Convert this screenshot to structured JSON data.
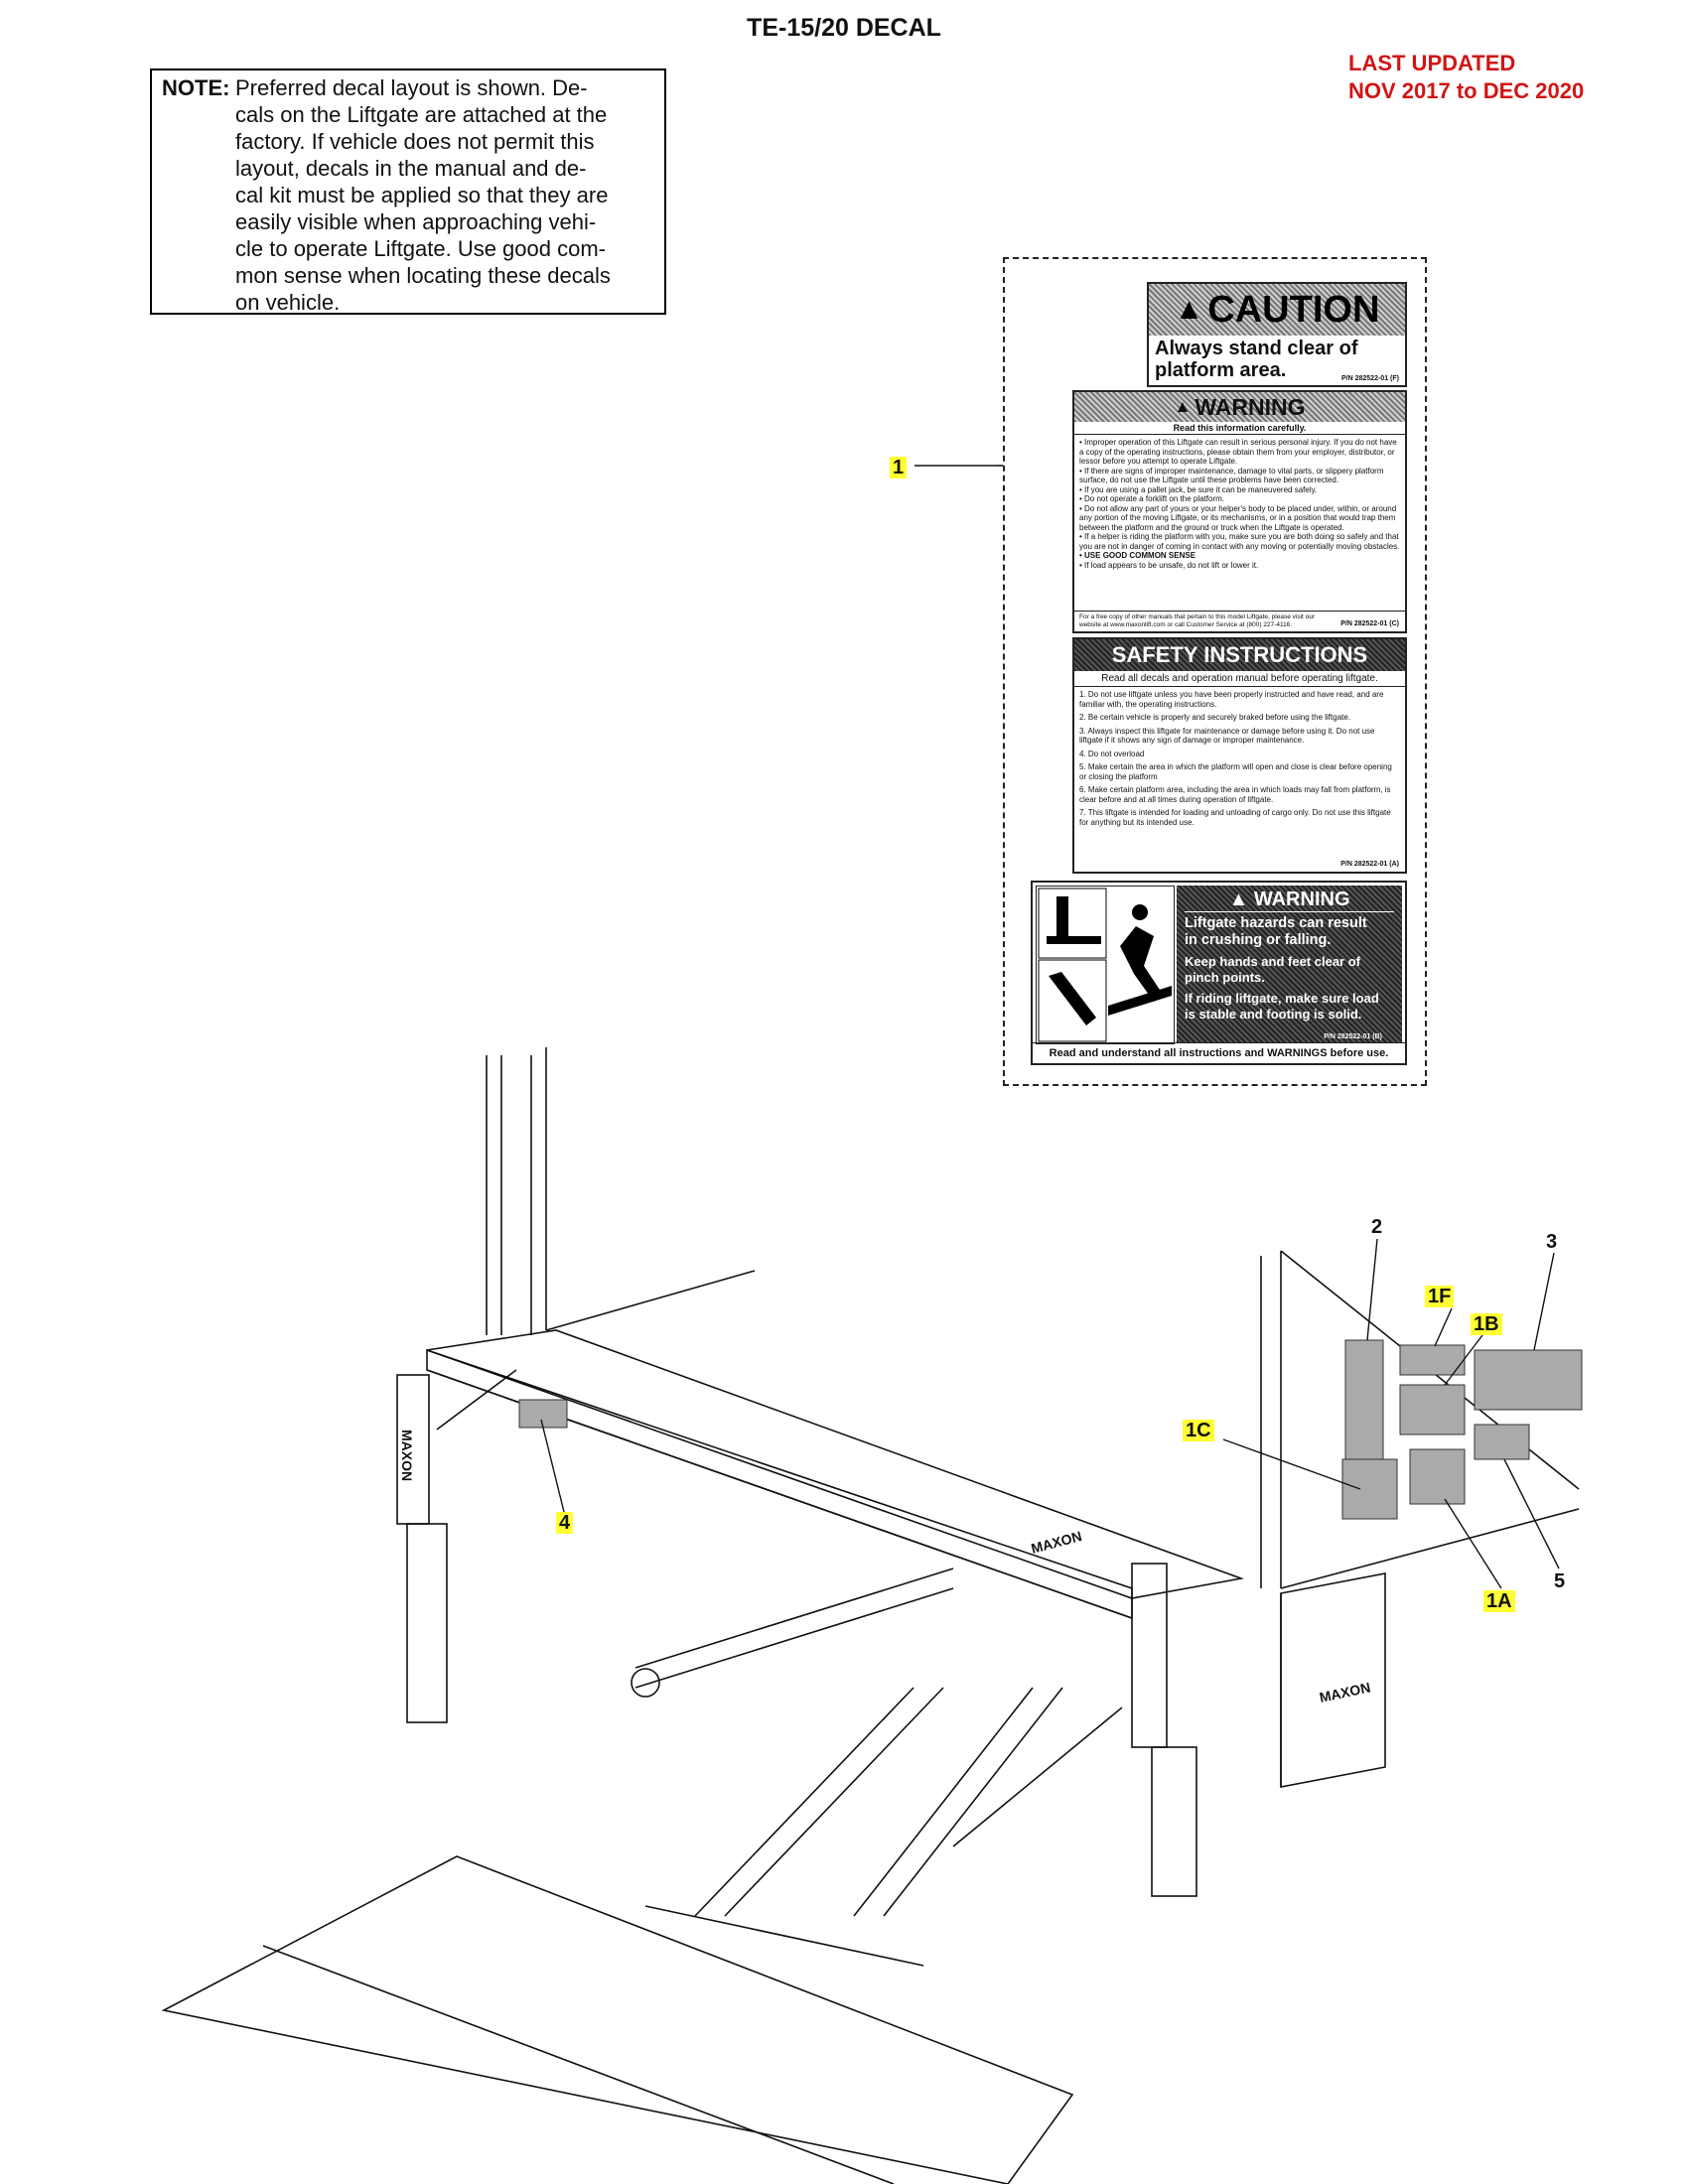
{
  "header": {
    "title": "TE-15/20 DECAL",
    "updated_line1": "LAST UPDATED",
    "updated_line2": "NOV 2017 to DEC 2020"
  },
  "note": {
    "label": "NOTE:",
    "text": "Preferred decal layout is shown. Decals on the Liftgate are attached at the factory. If vehicle does not permit this layout, decals in the manual and decal kit must be applied so that they are easily visible when approaching vehicle to operate Liftgate. Use good common sense when locating these decals on vehicle.",
    "lines": [
      "Preferred decal layout is shown. De-",
      "cals on the Liftgate are attached at the",
      "factory. If vehicle does not permit this",
      "layout, decals in the manual and de-",
      "cal kit must be applied so that they are",
      "easily visible when approaching vehi-",
      "cle to operate Liftgate. Use good com-",
      "mon sense when locating these decals",
      "on vehicle."
    ]
  },
  "decal_kit": {
    "caution": {
      "heading": "CAUTION",
      "text_line1": "Always stand clear of",
      "text_line2": "platform area.",
      "pn": "P/N 282522-01",
      "letter": "F"
    },
    "warning_c": {
      "heading": "WARNING",
      "subheading": "Read this information carefully.",
      "bullets": [
        "• Improper operation of this Liftgate can result in serious personal injury. If you do not have a copy of the operating instructions, please obtain them from your employer, distributor, or lessor before you attempt to operate Liftgate.",
        "• If there are signs of improper maintenance, damage to vital parts, or slippery platform surface, do not use the Liftgate until these problems have been corrected.",
        "• If you are using a pallet jack, be sure it can be maneuvered safely.",
        "• Do not operate a forklift on the platform.",
        "• Do not allow any part of yours or your helper's body to be placed under, within, or around any portion of the moving Liftgate, or its mechanisms, or in a position that would trap them between the platform and the ground or truck when the Liftgate is operated.",
        "• If a helper is riding the platform with you, make sure you are both doing so safely and that you are not in danger of coming in contact with any moving or potentially moving obstacles.",
        "• USE GOOD COMMON SENSE",
        "• If load appears to be unsafe, do not lift or lower it."
      ],
      "footer": "For a free copy of other manuals that pertain to this model Liftgate, please visit our website at www.maxonlift.com or call Customer Service at (800) 227-4116.",
      "pn": "P/N 282522-01",
      "letter": "C"
    },
    "safety": {
      "heading": "SAFETY INSTRUCTIONS",
      "subheading": "Read all decals and operation manual before operating liftgate.",
      "items": [
        "1. Do not use liftgate unless you have been properly instructed and have read, and are familiar with, the operating instructions.",
        "2. Be certain vehicle is properly and securely braked before using the liftgate.",
        "3. Always inspect this liftgate for maintenance or damage before using it. Do not use liftgate if it shows any sign of damage or improper maintenance.",
        "4. Do not overload",
        "5. Make certain the area in which the platform will open and close is clear before opening or closing the platform",
        "6. Make certain platform area, including the area in which loads may fall from platform, is clear before and at all times during operation of liftgate.",
        "7. This liftgate is intended for loading and unloading of cargo only. Do not use this liftgate for anything but its intended use."
      ],
      "pn": "P/N 282522-01",
      "letter": "A"
    },
    "warning_b": {
      "heading": "WARNING",
      "line1": "Liftgate hazards can result",
      "line2": "in crushing or falling.",
      "line3": "Keep hands and feet clear of",
      "line4": "pinch points.",
      "line5": "If riding liftgate, make sure load",
      "line6": "is stable and footing is solid.",
      "pn": "P/N 282522-01",
      "letter": "B",
      "footer": "Read and understand all instructions and WARNINGS before use."
    }
  },
  "callouts": {
    "c1": "1",
    "c2": "2",
    "c3": "3",
    "c4": "4",
    "c5": "5",
    "c1a": "1A",
    "c1b": "1B",
    "c1c": "1C",
    "c1f": "1F"
  },
  "brand": {
    "logo1": "MAXON",
    "logo2": "MAXON",
    "logo3": "MAXON"
  }
}
